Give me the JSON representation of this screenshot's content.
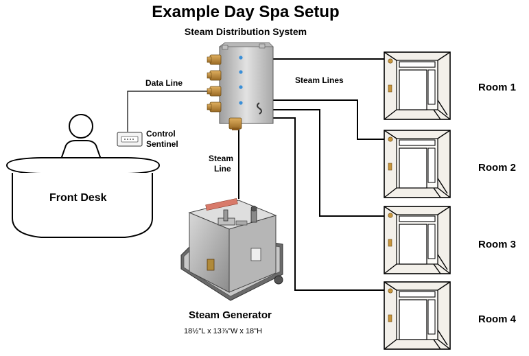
{
  "title": "Example Day Spa Setup",
  "subtitle": "Steam Distribution System",
  "labels": {
    "data_line": "Data Line",
    "steam_lines": "Steam Lines",
    "steam_line_1": "Steam",
    "steam_line_2": "Line",
    "control_1": "Control",
    "control_2": "Sentinel",
    "front_desk": "Front Desk",
    "generator": "Steam Generator",
    "generator_dims": "18½\"L x 13⅞\"W x 18\"H"
  },
  "rooms": [
    {
      "label": "Room 1"
    },
    {
      "label": "Room 2"
    },
    {
      "label": "Room 3"
    },
    {
      "label": "Room 4"
    }
  ],
  "colors": {
    "steel": "#c8c8c8",
    "brass": "#c8963c",
    "indicator": "#3a8fd8",
    "room_fill": "#f3f0ea",
    "line": "#000000"
  }
}
